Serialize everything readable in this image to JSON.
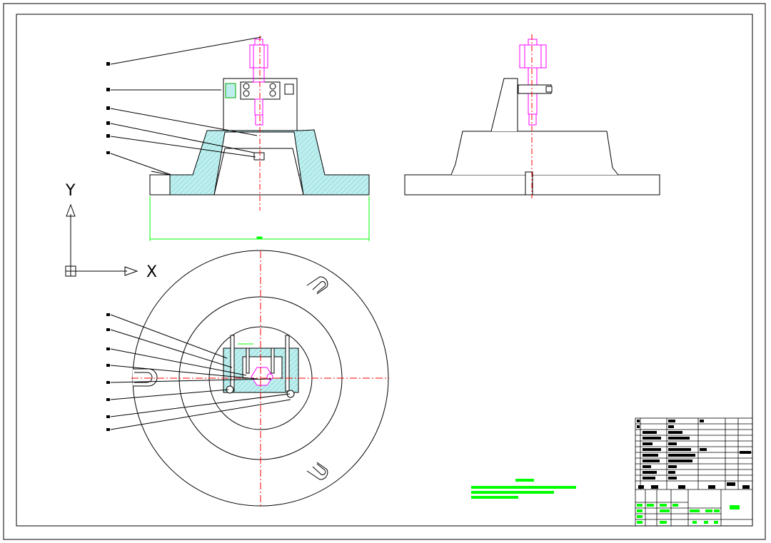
{
  "ucs_icon": {
    "y_label": "Y",
    "x_label": "X"
  },
  "colors": {
    "background": "#ffffff",
    "outline": "#000000",
    "hatch_fill": "#bfeeee",
    "centerline": "#ff0000",
    "bolt": "#ff00ff",
    "dimension": "#00ff00",
    "labels": "#000000"
  },
  "views": [
    "front-view",
    "side-view",
    "top-view"
  ],
  "notes_block": {
    "visible": true
  },
  "title_block": {
    "visible": true
  }
}
